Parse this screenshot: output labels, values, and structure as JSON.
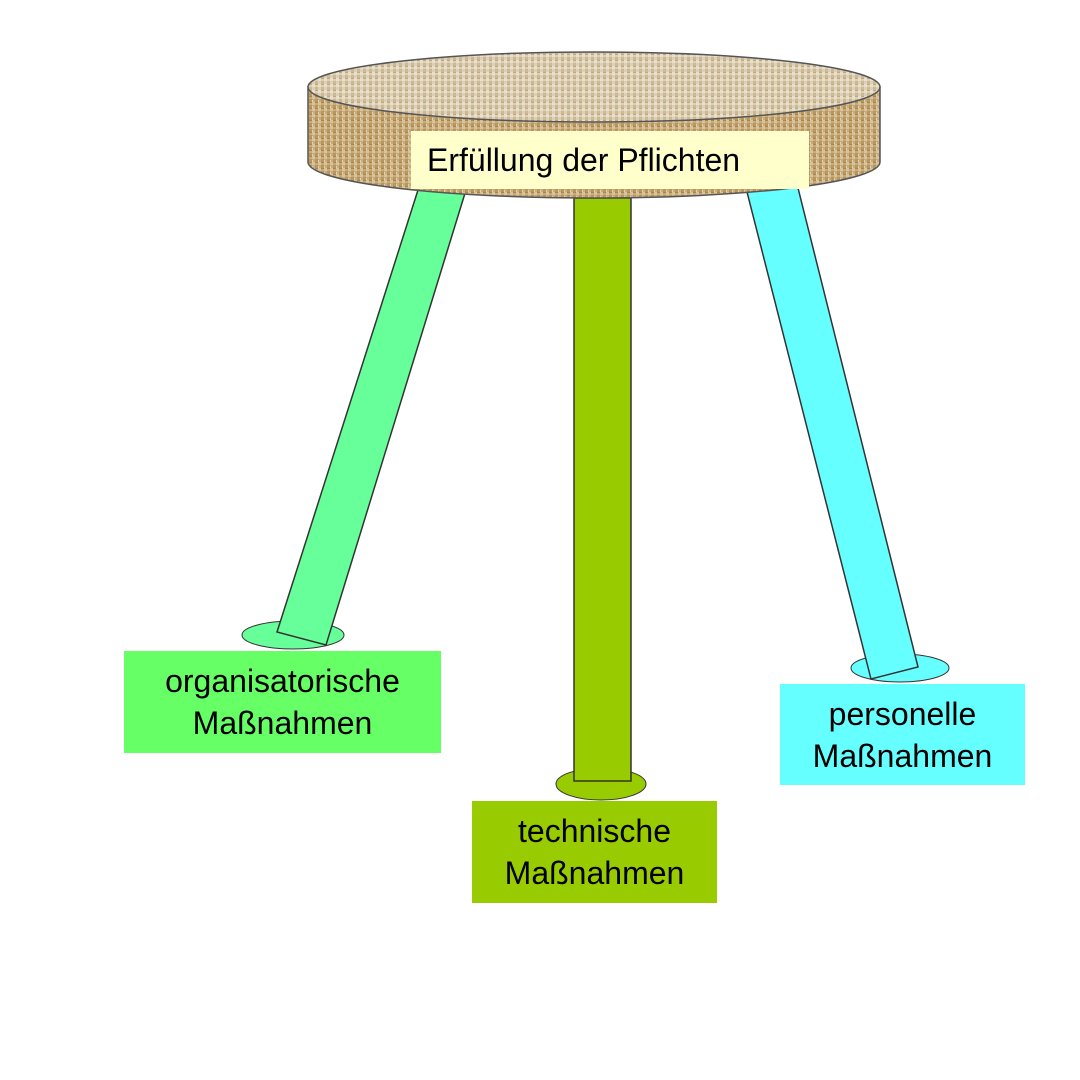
{
  "seat": {
    "label": "Erfüllung der Pflichten",
    "label_bg": "#ffffcc",
    "fabric_color": "#c9ae82"
  },
  "legs": [
    {
      "id": "organizational",
      "line1": "organisatorische",
      "line2": "Maßnahmen",
      "leg_color": "#66ff99",
      "label_bg": "#66ff66"
    },
    {
      "id": "technical",
      "line1": "technische",
      "line2": "Maßnahmen",
      "leg_color": "#99cc00",
      "label_bg": "#99cc00"
    },
    {
      "id": "personnel",
      "line1": "personelle",
      "line2": "Maßnahmen",
      "leg_color": "#66ffff",
      "label_bg": "#66ffff"
    }
  ]
}
